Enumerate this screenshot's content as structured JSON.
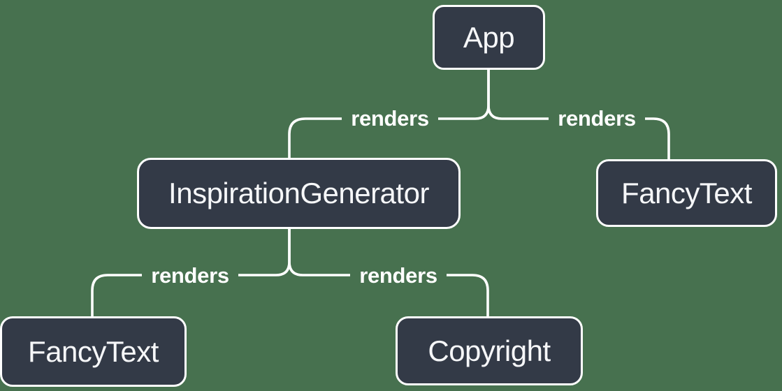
{
  "diagram": {
    "kind": "component-render-tree"
  },
  "colors": {
    "background": "#47714F",
    "node_fill": "#333A47",
    "node_border": "#FFFFFF",
    "node_text": "#F6F7F9",
    "edge_line": "#FFFFFF",
    "edge_label_text": "#FFFFFF"
  },
  "nodes": [
    {
      "id": "app",
      "label": "App"
    },
    {
      "id": "inspiration-generator",
      "label": "InspirationGenerator"
    },
    {
      "id": "fancy-text-top",
      "label": "FancyText"
    },
    {
      "id": "fancy-text-bottom",
      "label": "FancyText"
    },
    {
      "id": "copyright",
      "label": "Copyright"
    }
  ],
  "edges": [
    {
      "from": "App",
      "to": "InspirationGenerator",
      "label": "renders"
    },
    {
      "from": "App",
      "to": "FancyText",
      "label": "renders"
    },
    {
      "from": "InspirationGenerator",
      "to": "FancyText",
      "label": "renders"
    },
    {
      "from": "InspirationGenerator",
      "to": "Copyright",
      "label": "renders"
    }
  ]
}
